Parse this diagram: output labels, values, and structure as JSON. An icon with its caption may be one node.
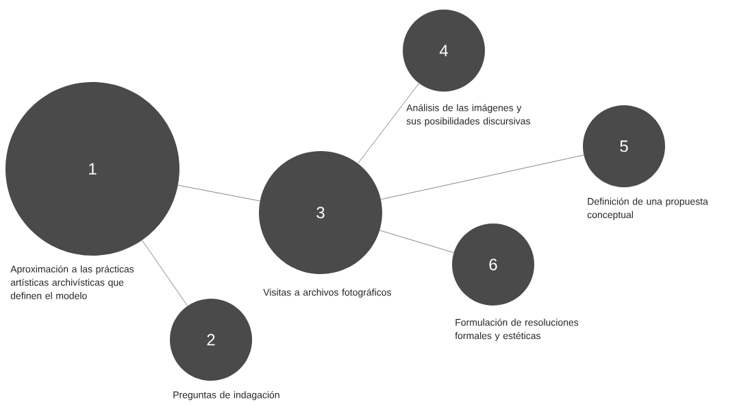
{
  "diagram": {
    "nodes": [
      {
        "text": [
          "1"
        ],
        "beside": [
          "Aproximación a las prácticas artísticas archivísticas que definen el modelo"
        ]
      },
      {
        "text": [
          "2"
        ],
        "beside": [
          "Preguntas de indagación"
        ]
      },
      {
        "text": [
          "3"
        ],
        "beside": [
          "Visitas a archivos fotográficos"
        ]
      },
      {
        "text": [
          "4"
        ],
        "beside": [
          "Análisis de las imágenes y sus posibilidades discursivas"
        ]
      },
      {
        "text": [
          "5"
        ],
        "beside": [
          "Definición de una propuesta conceptual"
        ]
      },
      {
        "text": [
          "6"
        ],
        "beside": [
          "Formulación de resoluciones formales y estéticas"
        ]
      }
    ],
    "edges": [
      {
        "from": 0,
        "to": 1,
        "arrow": "none"
      },
      {
        "from": 0,
        "to": 2,
        "arrow": "none"
      },
      {
        "from": 2,
        "to": 3,
        "arrow": "none"
      },
      {
        "from": 2,
        "to": 4,
        "arrow": "none"
      },
      {
        "from": 2,
        "to": 5,
        "arrow": "none"
      }
    ]
  }
}
